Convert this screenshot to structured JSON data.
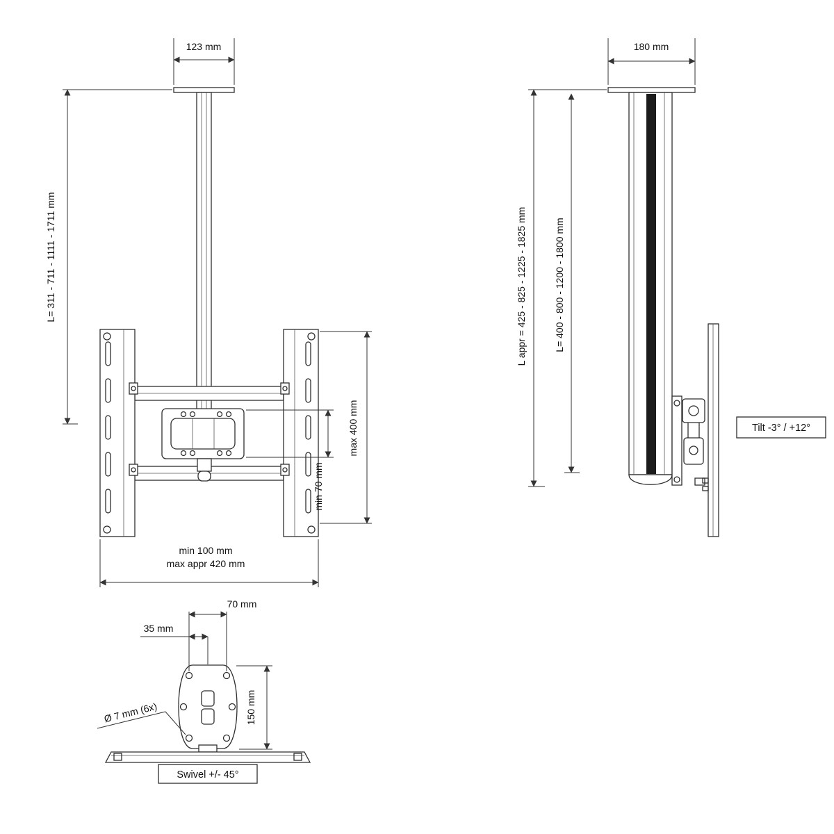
{
  "views": {
    "front": {
      "top_width": "123 mm",
      "length": "L= 311 - 711 - 1111 - 1711 mm",
      "max_height": "max 400 mm",
      "min_height": "min 70 mm",
      "width_min": "min 100 mm",
      "width_max": "max appr 420 mm"
    },
    "side": {
      "top_width": "180 mm",
      "length_appr": "L appr = 425 - 825 - 1225 - 1825 mm",
      "length": "L= 400 - 800 - 1200 - 1800 mm",
      "tilt": "Tilt -3° / +12°"
    },
    "bottom": {
      "hole_spacing": "70 mm",
      "half_spacing": "35 mm",
      "plate_height": "150 mm",
      "hole_diameter": "Ø 7 mm (6x)",
      "swivel": "Swivel +/- 45°"
    }
  }
}
